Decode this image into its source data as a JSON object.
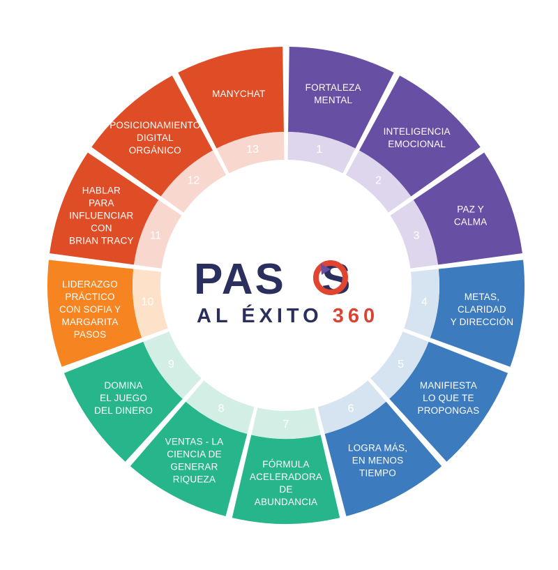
{
  "colors": {
    "purple": "#6750a3",
    "blue": "#3d7bbf",
    "green": "#27b58b",
    "orange": "#f68420",
    "red": "#df4d27",
    "navy": "#2a2f5e",
    "accent_red": "#d94432"
  },
  "logo": {
    "word1": "PAS",
    "word1_o": "O",
    "word1_end": "S",
    "line2_text": "AL ÉXITO ",
    "line2_num": "360",
    "icon": "circular-arrow-icon"
  },
  "steps": [
    {
      "num": "1",
      "lines": [
        "FORTALEZA",
        "MENTAL"
      ],
      "color": "#6750a3",
      "ring": "#ddd6ec",
      "numcolor": "#ffffff"
    },
    {
      "num": "2",
      "lines": [
        "INTELIGENCIA",
        "EMOCIONAL"
      ],
      "color": "#6750a3",
      "ring": "#ddd6ec",
      "numcolor": "#ffffff"
    },
    {
      "num": "3",
      "lines": [
        "PAZ Y",
        "CALMA"
      ],
      "color": "#6750a3",
      "ring": "#ddd6ec",
      "numcolor": "#ffffff"
    },
    {
      "num": "4",
      "lines": [
        "METAS,",
        "CLARIDAD",
        "Y DIRECCIÓN"
      ],
      "color": "#3d7bbf",
      "ring": "#d6e3f1",
      "numcolor": "#ffffff"
    },
    {
      "num": "5",
      "lines": [
        "MANIFIESTA",
        "LO QUE TE",
        "PROPONGAS"
      ],
      "color": "#3d7bbf",
      "ring": "#d6e3f1",
      "numcolor": "#ffffff"
    },
    {
      "num": "6",
      "lines": [
        "LOGRA MÁS,",
        "EN MENOS",
        "TIEMPO"
      ],
      "color": "#3d7bbf",
      "ring": "#d6e3f1",
      "numcolor": "#ffffff"
    },
    {
      "num": "7",
      "lines": [
        "FÓRMULA",
        "ACELERADORA",
        "DE",
        "ABUNDANCIA"
      ],
      "color": "#27b58b",
      "ring": "#d3efe5",
      "numcolor": "#ffffff"
    },
    {
      "num": "8",
      "lines": [
        "VENTAS - LA",
        "CIENCIA DE",
        "GENERAR",
        "RIQUEZA"
      ],
      "color": "#27b58b",
      "ring": "#d3efe5",
      "numcolor": "#ffffff"
    },
    {
      "num": "9",
      "lines": [
        "DOMINA",
        "EL JUEGO",
        "DEL DINERO"
      ],
      "color": "#27b58b",
      "ring": "#d3efe5",
      "numcolor": "#ffffff"
    },
    {
      "num": "10",
      "lines": [
        "LIDERAZGO",
        "PRÁCTICO",
        "CON SOFIA Y",
        "MARGARITA",
        "PASOS"
      ],
      "color": "#f68420",
      "ring": "#fde1c9",
      "numcolor": "#ffffff"
    },
    {
      "num": "11",
      "lines": [
        "HABLAR",
        "PARA",
        "INFLUENCIAR",
        "CON",
        "BRIAN TRACY"
      ],
      "color": "#df4d27",
      "ring": "#f8d7cf",
      "numcolor": "#ffffff"
    },
    {
      "num": "12",
      "lines": [
        "POSICIONAMIENTO",
        "DIGITAL",
        "ORGÁNICO"
      ],
      "color": "#df4d27",
      "ring": "#f8d7cf",
      "numcolor": "#ffffff"
    },
    {
      "num": "13",
      "lines": [
        "MANYCHAT"
      ],
      "color": "#df4d27",
      "ring": "#f8d7cf",
      "numcolor": "#ffffff"
    }
  ]
}
